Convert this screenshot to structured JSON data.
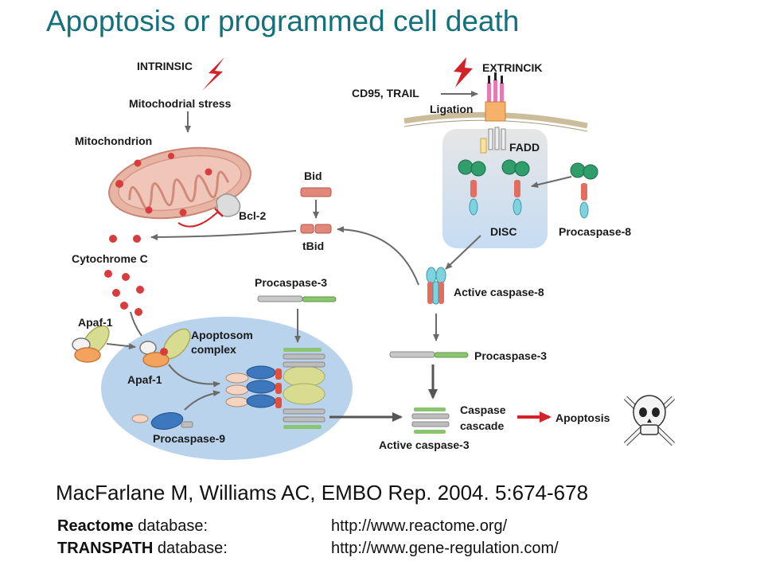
{
  "title": "Apoptosis or programmed cell death",
  "labels": {
    "intrinsic": "INTRINSIC",
    "mito_stress": "Mitochodrial stress",
    "mitochondrion": "Mitochondrion",
    "bcl2": "Bcl-2",
    "cytochrome_c": "Cytochrome C",
    "apaf1_free": "Apaf-1",
    "apoptosom_1": "Apoptosom",
    "apoptosom_2": "complex",
    "apaf1_bound": "Apaf-1",
    "procaspase9": "Procaspase-9",
    "procaspase3_top": "Procaspase-3",
    "bid": "Bid",
    "tbid": "tBid",
    "extrincik": "EXTRINCIK",
    "cd95_trail": "CD95, TRAIL",
    "ligation": "Ligation",
    "fadd": "FADD",
    "disc": "DISC",
    "procaspase8": "Procaspase-8",
    "active_caspase8": "Active caspase-8",
    "procaspase3_right": "Procaspase-3",
    "caspase_1": "Caspase",
    "caspase_2": "cascade",
    "apoptosis": "Apoptosis",
    "active_caspase3": "Active caspase-3"
  },
  "citation": "MacFarlane M, Williams AC, EMBO Rep. 2004. 5:674-678",
  "databases": [
    {
      "name": "Reactome",
      "suffix": " database:",
      "url": "http://www.reactome.org/"
    },
    {
      "name": "TRANSPATH",
      "suffix": " database:",
      "url": "http://www.gene-regulation.com/"
    }
  ],
  "colors": {
    "title": "#14707a",
    "mitochondrion": "#e8b4a4",
    "apoptosome_bg": "#b9d3ec",
    "disc_bg": "#d4e3f4",
    "arrow_red": "#d2232a"
  }
}
